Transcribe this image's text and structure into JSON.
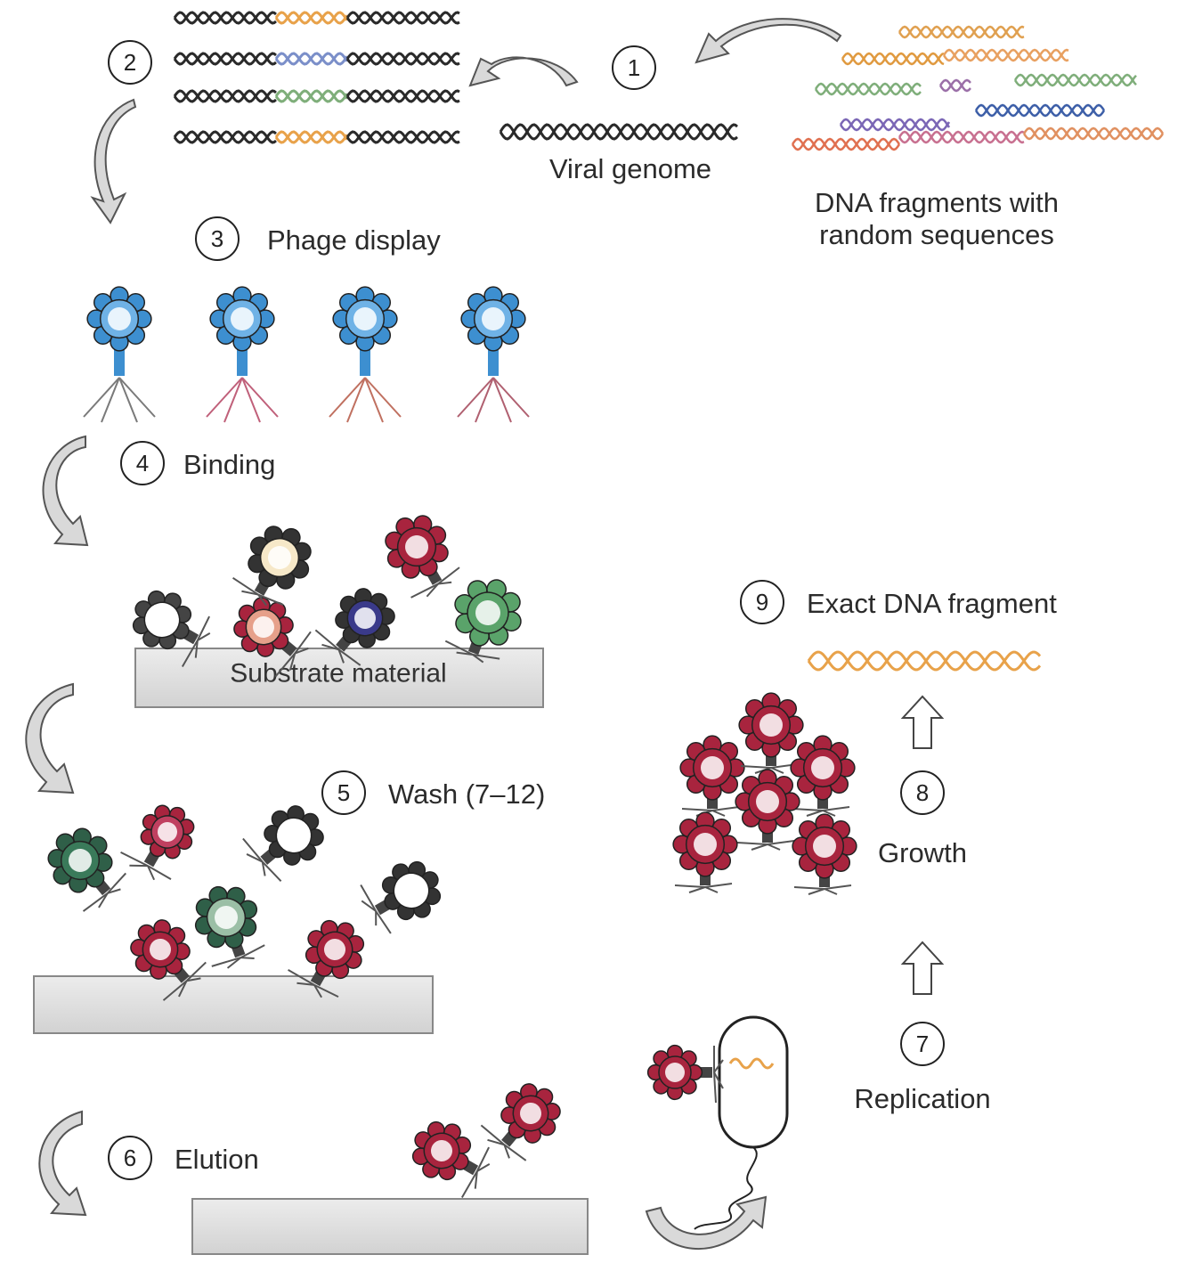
{
  "steps": {
    "s1": {
      "number": "1"
    },
    "s2": {
      "number": "2"
    },
    "s3": {
      "number": "3",
      "label": "Phage display"
    },
    "s4": {
      "number": "4",
      "label": "Binding"
    },
    "s5": {
      "number": "5",
      "label": "Wash (7–12)"
    },
    "s6": {
      "number": "6",
      "label": "Elution"
    },
    "s7": {
      "number": "7",
      "label": "Replication"
    },
    "s8": {
      "number": "8",
      "label": "Growth"
    },
    "s9": {
      "number": "9",
      "label": "Exact DNA fragment"
    }
  },
  "labels": {
    "viral_genome": "Viral genome",
    "dna_fragments_line1": "DNA fragments with",
    "dna_fragments_line2": "random sequences",
    "substrate": "Substrate material"
  },
  "colors": {
    "dna_black": "#2a2a2a",
    "insert_orange": "#e8a24a",
    "insert_green": "#7fae7a",
    "phage_blue": "#3d8fd0",
    "phage_red": "#a8243e",
    "phage_green": "#5aa36a",
    "slab_fill": "#e3e3e3",
    "arrow_fill": "#d9d9d9"
  }
}
